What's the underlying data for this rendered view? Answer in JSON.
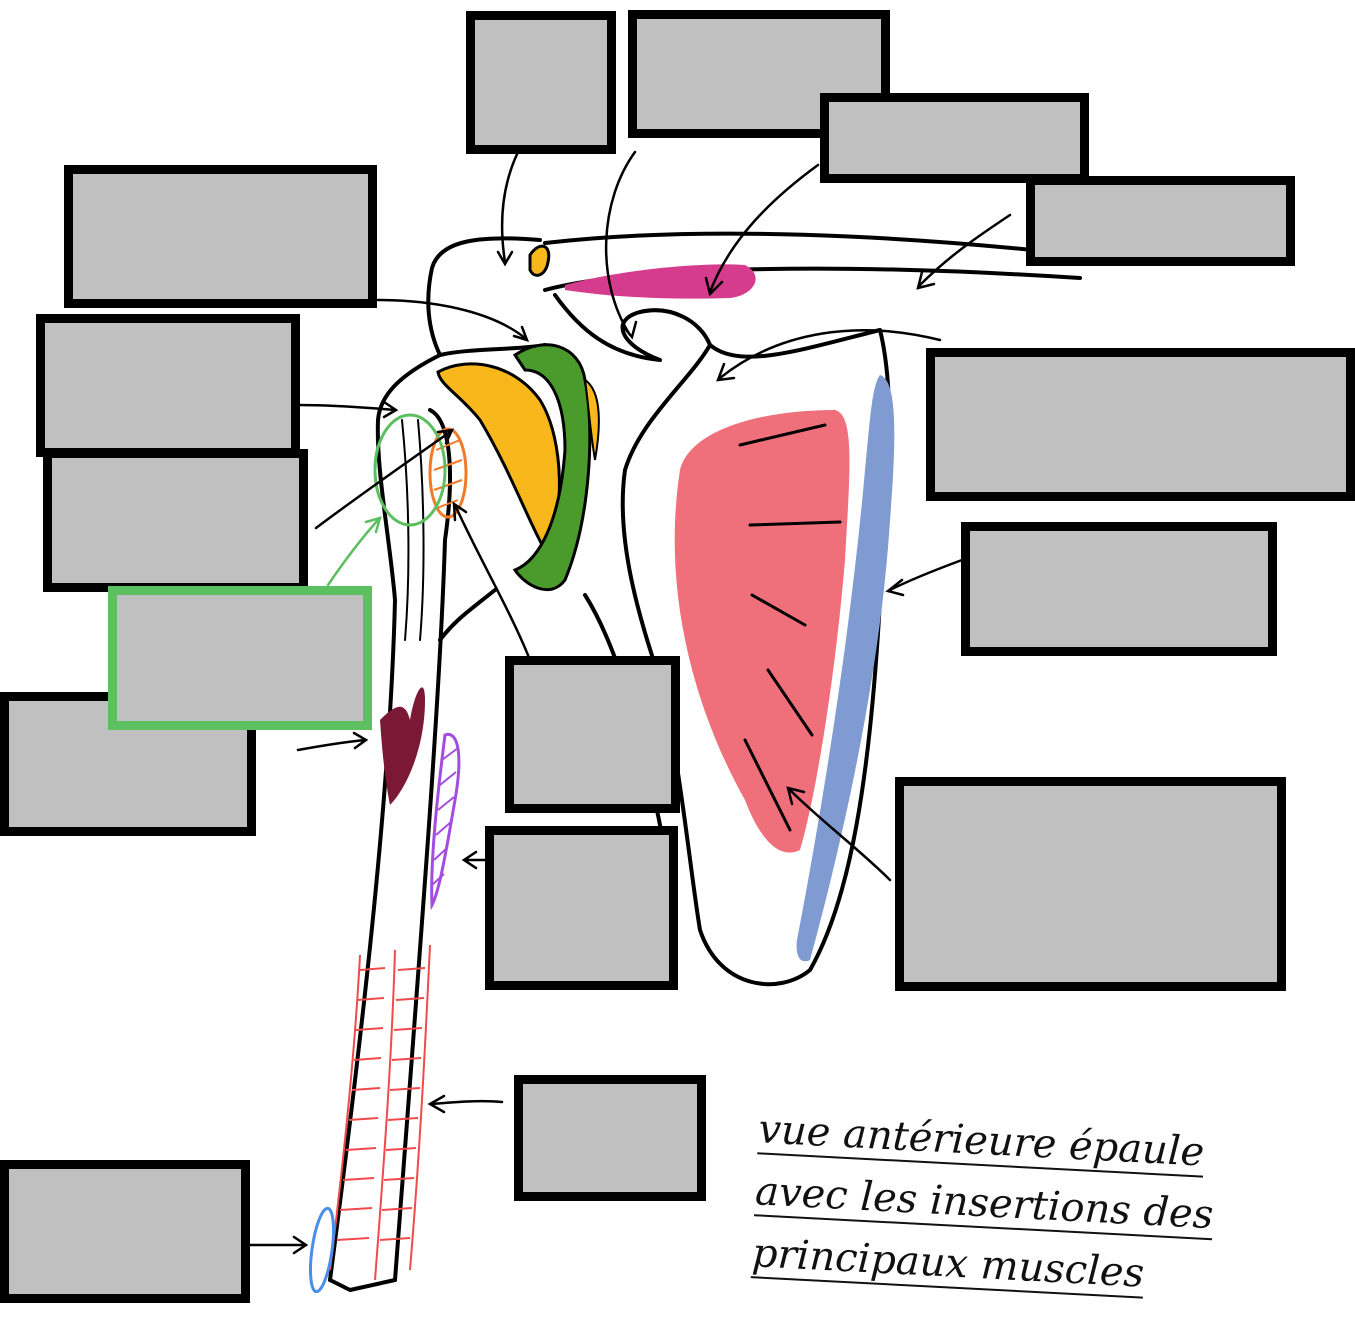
{
  "caption": {
    "line1": "vue antérieure épaule",
    "line2": "avec les insertions des",
    "line3": "principaux muscles"
  },
  "colors": {
    "yellow": "#f8b81c",
    "green": "#4b9a2c",
    "magenta": "#d63c8e",
    "red": "#ef6f7b",
    "blue": "#7f9bd2",
    "maroon": "#7b1836",
    "purple": "#a34de0",
    "orange": "#f07a2a",
    "label_box": "#c0c0c0",
    "highlight_border": "#5cbf60"
  },
  "label_boxes": [
    {
      "id": "box-1",
      "text": ""
    },
    {
      "id": "box-2",
      "text": ""
    },
    {
      "id": "box-3",
      "text": ""
    },
    {
      "id": "box-4",
      "text": ""
    },
    {
      "id": "box-5",
      "text": ""
    },
    {
      "id": "box-6",
      "text": ""
    },
    {
      "id": "box-7",
      "text": ""
    },
    {
      "id": "box-8",
      "text": ""
    },
    {
      "id": "box-9",
      "text": ""
    },
    {
      "id": "box-10",
      "text": ""
    },
    {
      "id": "box-11",
      "text": ""
    },
    {
      "id": "box-12",
      "text": ""
    },
    {
      "id": "box-13",
      "text": ""
    },
    {
      "id": "box-14",
      "text": ""
    },
    {
      "id": "box-15",
      "text": ""
    },
    {
      "id": "box-16",
      "text": ""
    },
    {
      "id": "box-17",
      "text": ""
    }
  ]
}
